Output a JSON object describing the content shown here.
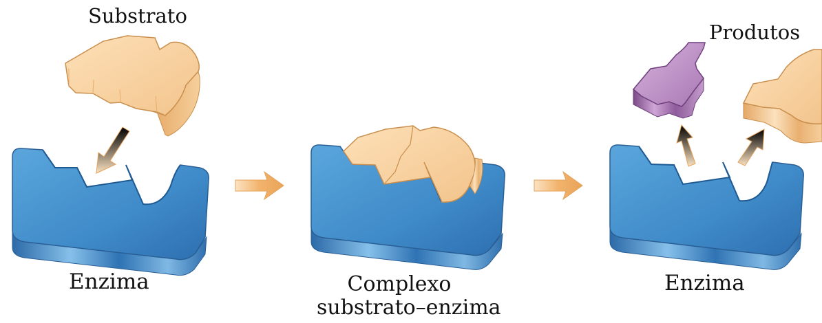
{
  "labels": {
    "substrate": "Substrato",
    "products": "Produtos",
    "enzyme_left": "Enzima",
    "enzyme_right": "Enzima",
    "complex_line1": "Complexo",
    "complex_line2": "substrato–enzima"
  },
  "colors": {
    "enzyme": "#4f97cf",
    "enzyme_dark": "#2f73b4",
    "substrate": "#f7cf9c",
    "substrate_dark": "#e3a563",
    "product_purple": "#b98cc1",
    "product_purple_dark": "#8b5a97",
    "arrow": "#f2b36c"
  },
  "icons": [
    "enzyme-shape",
    "substrate-shape",
    "product-shape",
    "flow-arrow"
  ]
}
